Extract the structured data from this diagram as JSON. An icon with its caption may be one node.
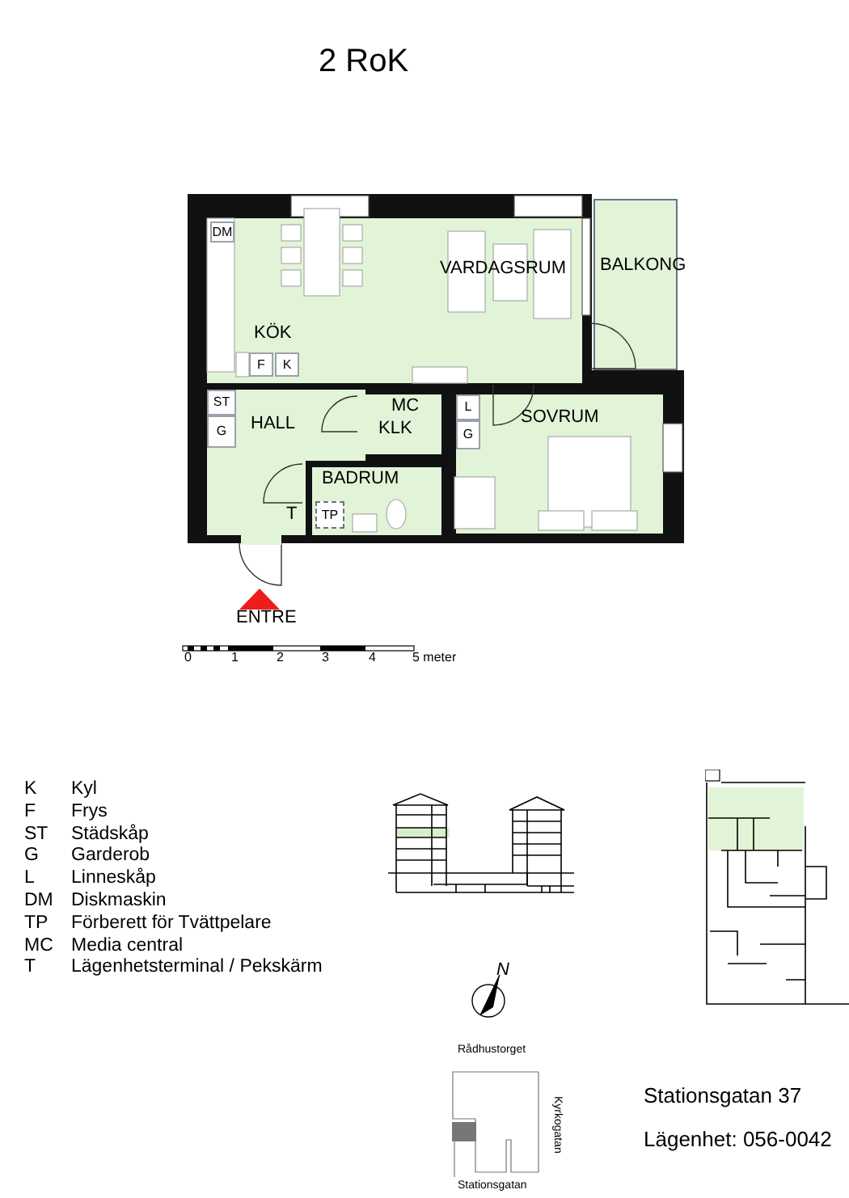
{
  "diagram": {
    "title": "2 RoK",
    "nodes": [
      {
        "text": [
          "KÖK"
        ]
      },
      {
        "text": [
          "VARDAGSRUM"
        ]
      },
      {
        "text": [
          "BALKONG"
        ]
      },
      {
        "text": [
          "HALL"
        ]
      },
      {
        "text": [
          "KLK"
        ]
      },
      {
        "text": [
          "SOVRUM"
        ]
      },
      {
        "text": [
          "BADRUM"
        ]
      }
    ],
    "edges": [],
    "labels": [
      "DM",
      "F",
      "K",
      "ST",
      "MC",
      "L",
      "G",
      "G",
      "T",
      "TP",
      "ENTRE",
      "0",
      "1",
      "2",
      "3",
      "4",
      "5 meter",
      "K",
      "Kyl",
      "F",
      "Frys",
      "ST",
      "Städskåp",
      "G",
      "Garderob",
      "L",
      "Linneskåp",
      "DM",
      "Diskmaskin",
      "TP",
      "Förberett för Tvättpelare",
      "MC",
      "Media central",
      "T",
      "Lägenhetsterminal / Pekskärm",
      "N",
      "Rådhustorget",
      "Kyrkogatan",
      "Stationsgatan",
      "Stationsgatan 37",
      "Lägenhet: 056-0042"
    ]
  }
}
